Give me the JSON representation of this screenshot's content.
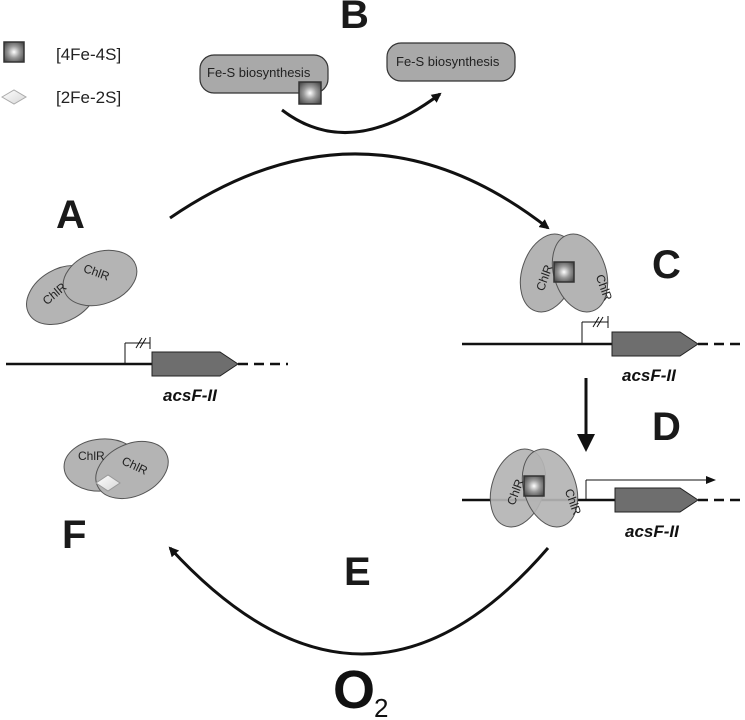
{
  "legend": {
    "items": [
      {
        "label": "[4Fe-4S]",
        "icon": "cube-cluster-icon"
      },
      {
        "label": "[2Fe-2S]",
        "icon": "diamond-cluster-icon"
      }
    ]
  },
  "steps": {
    "A": "A",
    "B": "B",
    "C": "C",
    "D": "D",
    "E": "E",
    "F": "F"
  },
  "biosynthesis": {
    "left": "Fe-S biosynthesis",
    "right": "Fe-S biosynthesis"
  },
  "protein_label": "ChlR",
  "gene_label": "acsF-II",
  "oxygen": {
    "symbol": "O",
    "subscript": "2"
  },
  "colors": {
    "protein_fill": "#b4b4b4",
    "gene_fill": "#6e6e6e",
    "line": "#111111",
    "box_fill": "#a9a9a9"
  }
}
